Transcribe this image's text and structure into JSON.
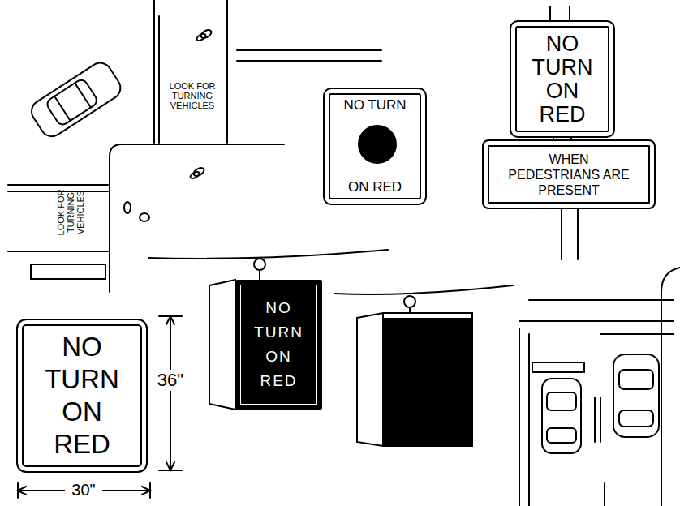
{
  "diagram": {
    "nodes": [
      {
        "text": [
          "NO TURN",
          "ON RED"
        ]
      },
      {
        "text": [
          "NO TURN ON RED"
        ]
      },
      {
        "text": [
          "WHEN PEDESTRIANS ARE PRESENT"
        ]
      },
      {
        "text": [
          "NO TURN ON RED"
        ]
      },
      {
        "text": [
          "NO TURN ON RED"
        ]
      }
    ],
    "labels": [
      "LOOK FOR TURNING VEHICLES",
      "LOOK FOR TURNING VEHICLES",
      "36\"",
      "30\""
    ]
  }
}
